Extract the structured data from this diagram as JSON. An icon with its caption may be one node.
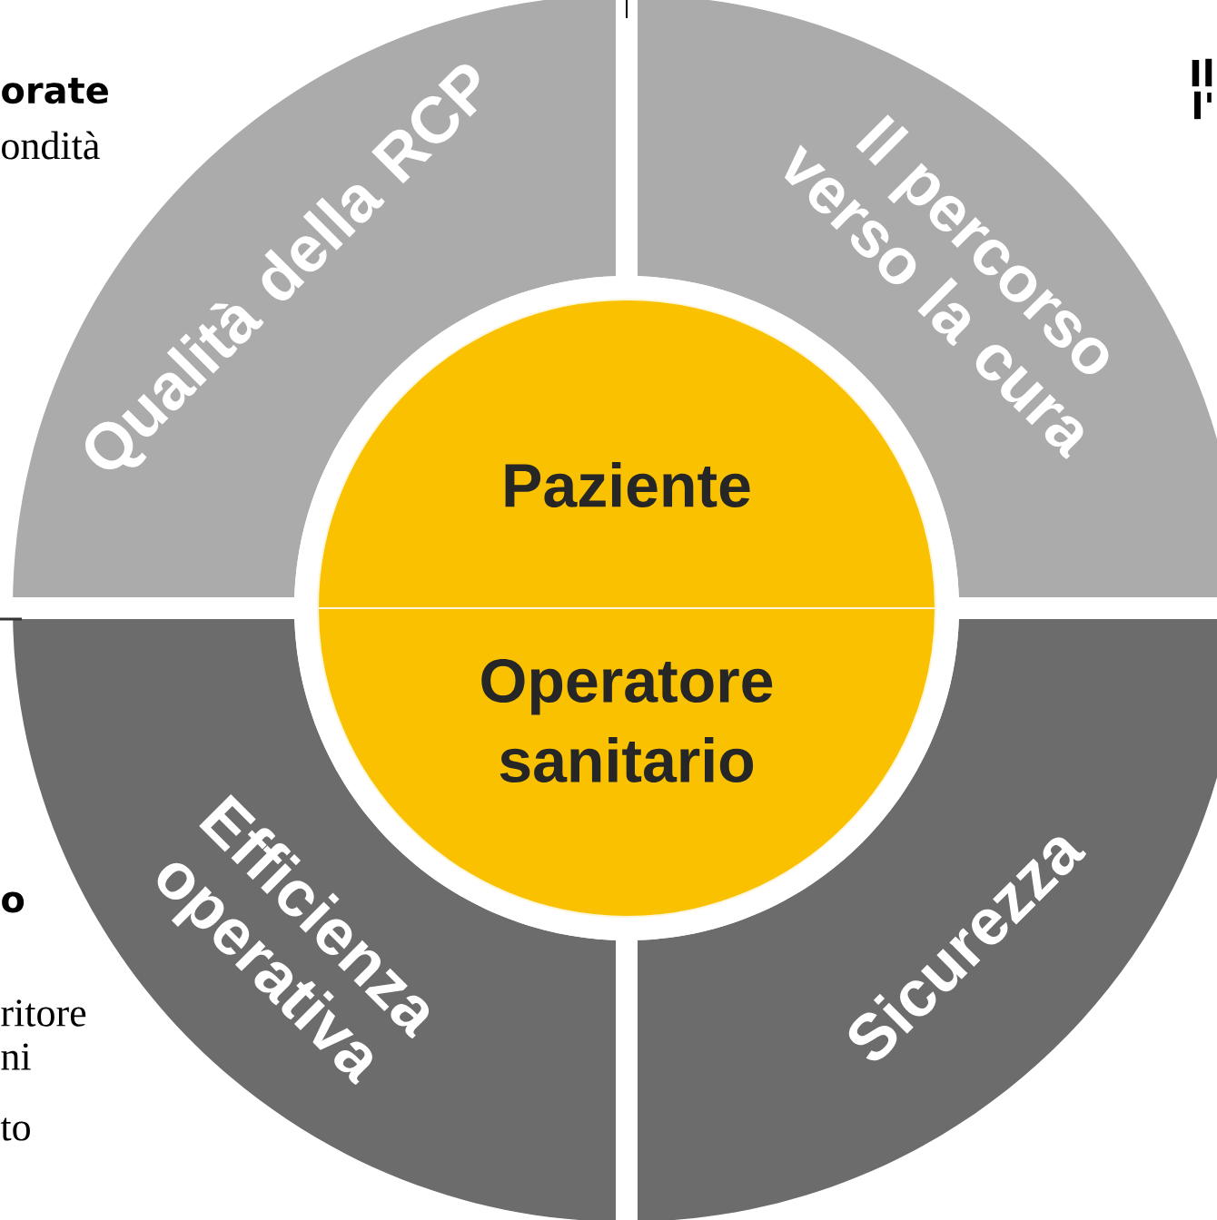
{
  "diagram": {
    "nodes": [
      {
        "text": [
          "Qualità della RCP"
        ]
      },
      {
        "text": [
          "Il percorso verso la cura"
        ]
      },
      {
        "text": [
          "Efficienza operativa"
        ]
      },
      {
        "text": [
          "Sicurezza"
        ]
      },
      {
        "text": [
          "Paziente"
        ]
      },
      {
        "text": [
          "Operatore sanitario"
        ]
      }
    ],
    "labels": [
      "orate",
      "ondità",
      "Il",
      "l'",
      "o",
      "ritore",
      "ni",
      "to"
    ]
  }
}
